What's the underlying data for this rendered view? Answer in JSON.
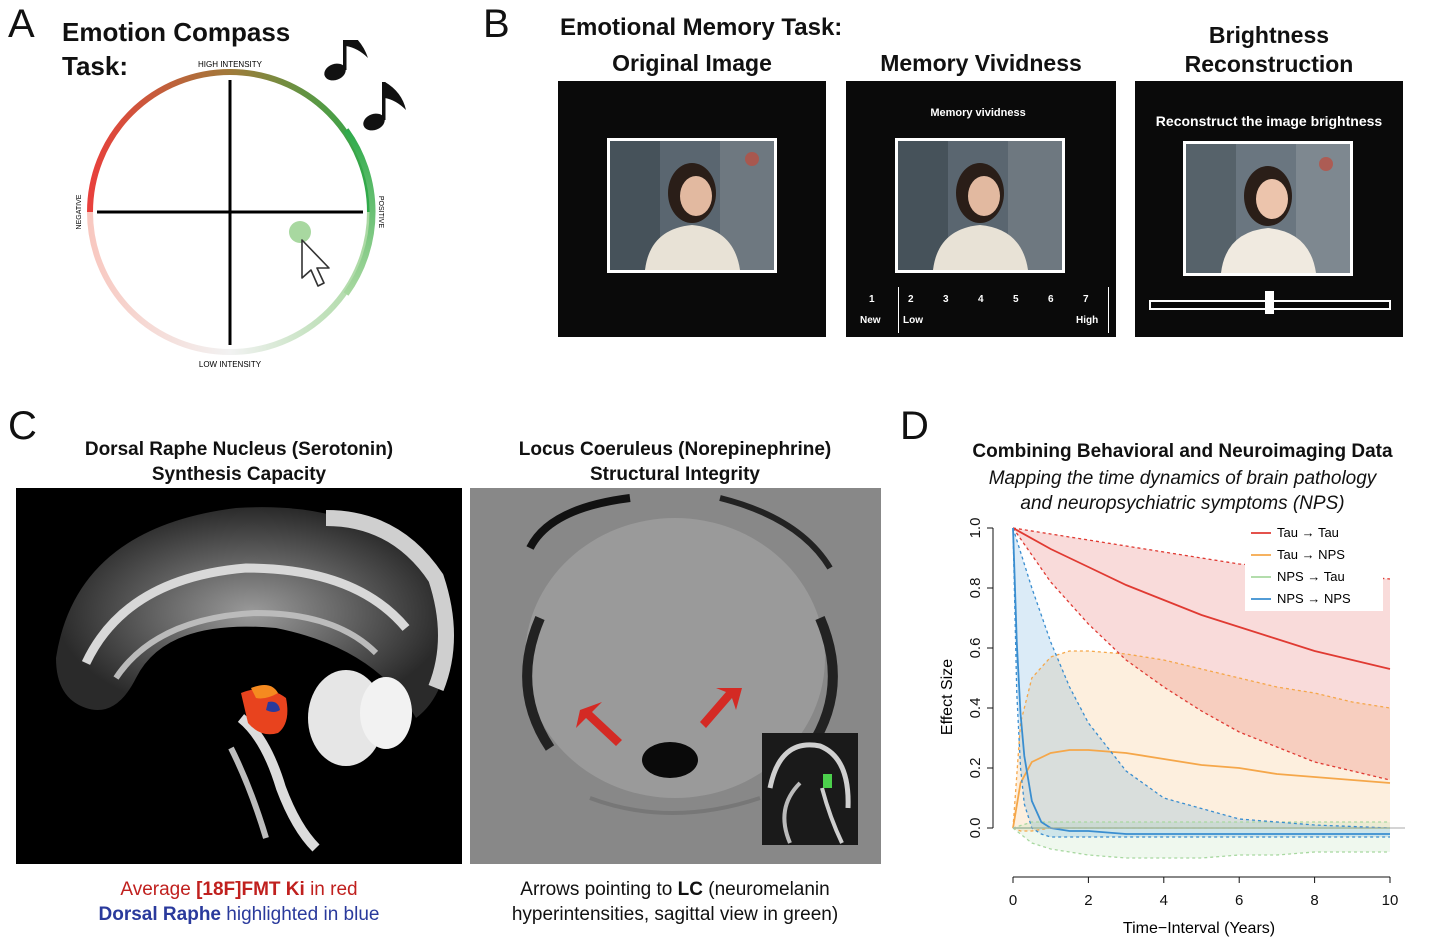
{
  "panel_a": {
    "letter": "A",
    "title_line1": "Emotion Compass",
    "title_line2": "Task:",
    "label_top": "HIGH INTENSITY",
    "label_bottom": "LOW INTENSITY",
    "label_left": "NEGATIVE",
    "label_right": "POSITIVE",
    "colors": {
      "red": "#e8403c",
      "green": "#2eaa4a",
      "dot": "#a8d8a0"
    }
  },
  "panel_b": {
    "letter": "B",
    "title": "Emotional Memory Task:",
    "col1_title": "Original Image",
    "col2_title": "Memory Vividness",
    "col3_title_line1": "Brightness",
    "col3_title_line2": "Reconstruction",
    "vividness_prompt": "Memory vividness",
    "brightness_prompt": "Reconstruct the image brightness",
    "scale": [
      "1",
      "2",
      "3",
      "4",
      "5",
      "6",
      "7"
    ],
    "scale_new": "New",
    "scale_low": "Low",
    "scale_high": "High"
  },
  "panel_c": {
    "letter": "C",
    "left_title_line1": "Dorsal Raphe Nucleus (Serotonin)",
    "left_title_line2": "Synthesis Capacity",
    "right_title_line1": "Locus Coeruleus (Norepinephrine)",
    "right_title_line2": "Structural Integrity",
    "left_caption_a": "Average ",
    "left_caption_b": "[18F]FMT Ki",
    "left_caption_c": " in red",
    "left_caption2_a": "Dorsal Raphe",
    "left_caption2_b": " highlighted in blue",
    "right_caption_a": "Arrows pointing to ",
    "right_caption_b": "LC",
    "right_caption_c": " (neuromelanin",
    "right_caption2": "hyperintensities, sagittal view in green)",
    "colors": {
      "red": "#c0201e",
      "blue": "#2a3a9c",
      "arrow": "#d42a24",
      "lc_green": "#4cd04c"
    }
  },
  "panel_d": {
    "letter": "D",
    "title": "Combining Behavioral and Neuroimaging Data",
    "subtitle_line1": "Mapping the time dynamics of brain pathology",
    "subtitle_line2": "and neuropsychiatric symptoms (NPS)"
  },
  "chart_data": {
    "type": "line",
    "xlabel": "Time−Interval (Years)",
    "ylabel": "Effect Size",
    "xlim": [
      0,
      10
    ],
    "ylim": [
      -0.1,
      1.0
    ],
    "xticks": [
      "0",
      "2",
      "4",
      "6",
      "8",
      "10"
    ],
    "yticks": [
      "0.0",
      "0.2",
      "0.4",
      "0.6",
      "0.8",
      "1.0"
    ],
    "legend_placement": "top-right",
    "series": [
      {
        "name": "Tau → Tau",
        "color": "#e03a32",
        "x": [
          0,
          1,
          2,
          3,
          4,
          5,
          6,
          7,
          8,
          9,
          10
        ],
        "y": [
          1.0,
          0.93,
          0.87,
          0.81,
          0.76,
          0.71,
          0.67,
          0.63,
          0.59,
          0.56,
          0.53
        ],
        "upper": [
          1.0,
          0.98,
          0.96,
          0.94,
          0.92,
          0.9,
          0.88,
          0.87,
          0.85,
          0.84,
          0.83
        ],
        "lower": [
          1.0,
          0.82,
          0.68,
          0.56,
          0.47,
          0.39,
          0.32,
          0.27,
          0.22,
          0.19,
          0.16
        ]
      },
      {
        "name": "Tau → NPS",
        "color": "#f5a74a",
        "x": [
          0,
          0.2,
          0.5,
          1,
          1.5,
          2,
          3,
          4,
          5,
          6,
          7,
          8,
          9,
          10
        ],
        "y": [
          0.0,
          0.15,
          0.22,
          0.25,
          0.26,
          0.26,
          0.25,
          0.23,
          0.21,
          0.2,
          0.18,
          0.17,
          0.16,
          0.15
        ],
        "upper": [
          0.0,
          0.35,
          0.5,
          0.57,
          0.59,
          0.59,
          0.58,
          0.56,
          0.53,
          0.5,
          0.47,
          0.45,
          0.42,
          0.4
        ],
        "lower": [
          0.0,
          -0.01,
          -0.01,
          0.0,
          0.0,
          0.0,
          0.0,
          0.0,
          0.0,
          0.0,
          0.0,
          0.0,
          0.0,
          0.0
        ]
      },
      {
        "name": "NPS → Tau",
        "color": "#a8d8a0",
        "x": [
          0,
          0.5,
          1,
          2,
          3,
          4,
          5,
          6,
          7,
          8,
          9,
          10
        ],
        "y": [
          0.0,
          0.0,
          0.0,
          0.0,
          0.0,
          0.0,
          0.0,
          0.0,
          0.0,
          0.0,
          0.0,
          0.0
        ],
        "upper": [
          0.0,
          0.02,
          0.02,
          0.02,
          0.02,
          0.02,
          0.02,
          0.02,
          0.02,
          0.02,
          0.02,
          0.02
        ],
        "lower": [
          0.0,
          -0.05,
          -0.07,
          -0.09,
          -0.1,
          -0.1,
          -0.1,
          -0.09,
          -0.09,
          -0.08,
          -0.08,
          -0.08
        ]
      },
      {
        "name": "NPS → NPS",
        "color": "#3a8ed0",
        "x": [
          0,
          0.1,
          0.2,
          0.3,
          0.5,
          0.75,
          1,
          1.5,
          2,
          3,
          4,
          6,
          8,
          10
        ],
        "y": [
          1.0,
          0.62,
          0.38,
          0.24,
          0.09,
          0.02,
          0.0,
          -0.01,
          -0.01,
          -0.02,
          -0.02,
          -0.02,
          -0.02,
          -0.02
        ],
        "upper": [
          1.0,
          0.96,
          0.92,
          0.88,
          0.8,
          0.71,
          0.62,
          0.47,
          0.35,
          0.19,
          0.1,
          0.03,
          0.01,
          0.0
        ],
        "lower": [
          1.0,
          0.45,
          0.2,
          0.08,
          0.0,
          -0.02,
          -0.03,
          -0.03,
          -0.03,
          -0.03,
          -0.03,
          -0.03,
          -0.03,
          -0.03
        ]
      }
    ]
  }
}
